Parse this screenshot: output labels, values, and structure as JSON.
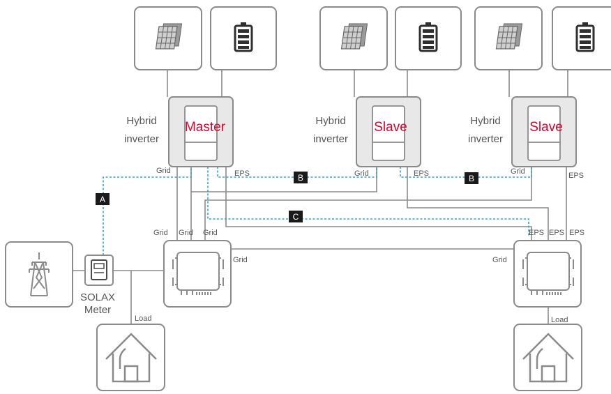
{
  "labels": {
    "grid": "Grid",
    "eps": "EPS",
    "load": "Load",
    "hybrid": "Hybrid",
    "inverter": "inverter",
    "master": "Master",
    "slave": "Slave",
    "meter_line1": "SOLAX",
    "meter_line2": "Meter"
  },
  "tags": {
    "a": "A",
    "b": "B",
    "c": "C"
  },
  "colors": {
    "line": "#8a8a8a",
    "comm_line": "#29a3e0",
    "role_text": "#e0002a",
    "inverter_fill": "#e8e8e8",
    "tag_fill": "#1a1a1a"
  },
  "icons": [
    "solar-panel-icon",
    "battery-icon",
    "hybrid-inverter-icon",
    "power-tower-icon",
    "meter-icon",
    "distribution-box-icon",
    "house-icon"
  ]
}
